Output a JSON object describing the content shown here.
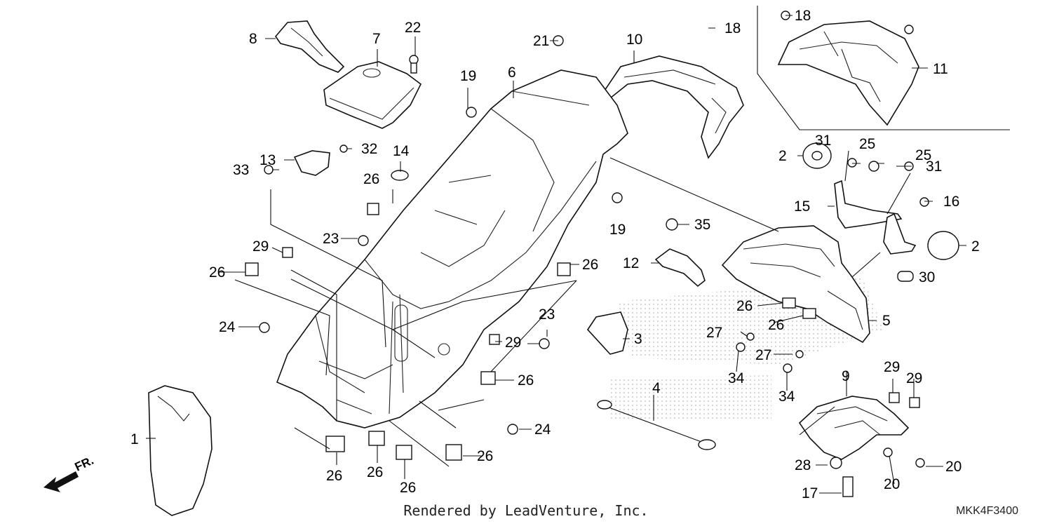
{
  "diagram": {
    "credit": "Rendered by LeadVenture, Inc.",
    "code": "MKK4F3400",
    "direction_label": "FR.",
    "callouts": [
      {
        "n": "1"
      },
      {
        "n": "2"
      },
      {
        "n": "2"
      },
      {
        "n": "3"
      },
      {
        "n": "4"
      },
      {
        "n": "5"
      },
      {
        "n": "6"
      },
      {
        "n": "7"
      },
      {
        "n": "8"
      },
      {
        "n": "9"
      },
      {
        "n": "10"
      },
      {
        "n": "11"
      },
      {
        "n": "12"
      },
      {
        "n": "13"
      },
      {
        "n": "14"
      },
      {
        "n": "15"
      },
      {
        "n": "16"
      },
      {
        "n": "17"
      },
      {
        "n": "18"
      },
      {
        "n": "18"
      },
      {
        "n": "19"
      },
      {
        "n": "19"
      },
      {
        "n": "20"
      },
      {
        "n": "20"
      },
      {
        "n": "21"
      },
      {
        "n": "22"
      },
      {
        "n": "23"
      },
      {
        "n": "23"
      },
      {
        "n": "24"
      },
      {
        "n": "24"
      },
      {
        "n": "25"
      },
      {
        "n": "25"
      },
      {
        "n": "26"
      },
      {
        "n": "26"
      },
      {
        "n": "26"
      },
      {
        "n": "26"
      },
      {
        "n": "26"
      },
      {
        "n": "26"
      },
      {
        "n": "26"
      },
      {
        "n": "26"
      },
      {
        "n": "26"
      },
      {
        "n": "26"
      },
      {
        "n": "27"
      },
      {
        "n": "27"
      },
      {
        "n": "28"
      },
      {
        "n": "29"
      },
      {
        "n": "29"
      },
      {
        "n": "29"
      },
      {
        "n": "29"
      },
      {
        "n": "30"
      },
      {
        "n": "31"
      },
      {
        "n": "31"
      },
      {
        "n": "32"
      },
      {
        "n": "33"
      },
      {
        "n": "34"
      },
      {
        "n": "34"
      },
      {
        "n": "35"
      }
    ]
  }
}
